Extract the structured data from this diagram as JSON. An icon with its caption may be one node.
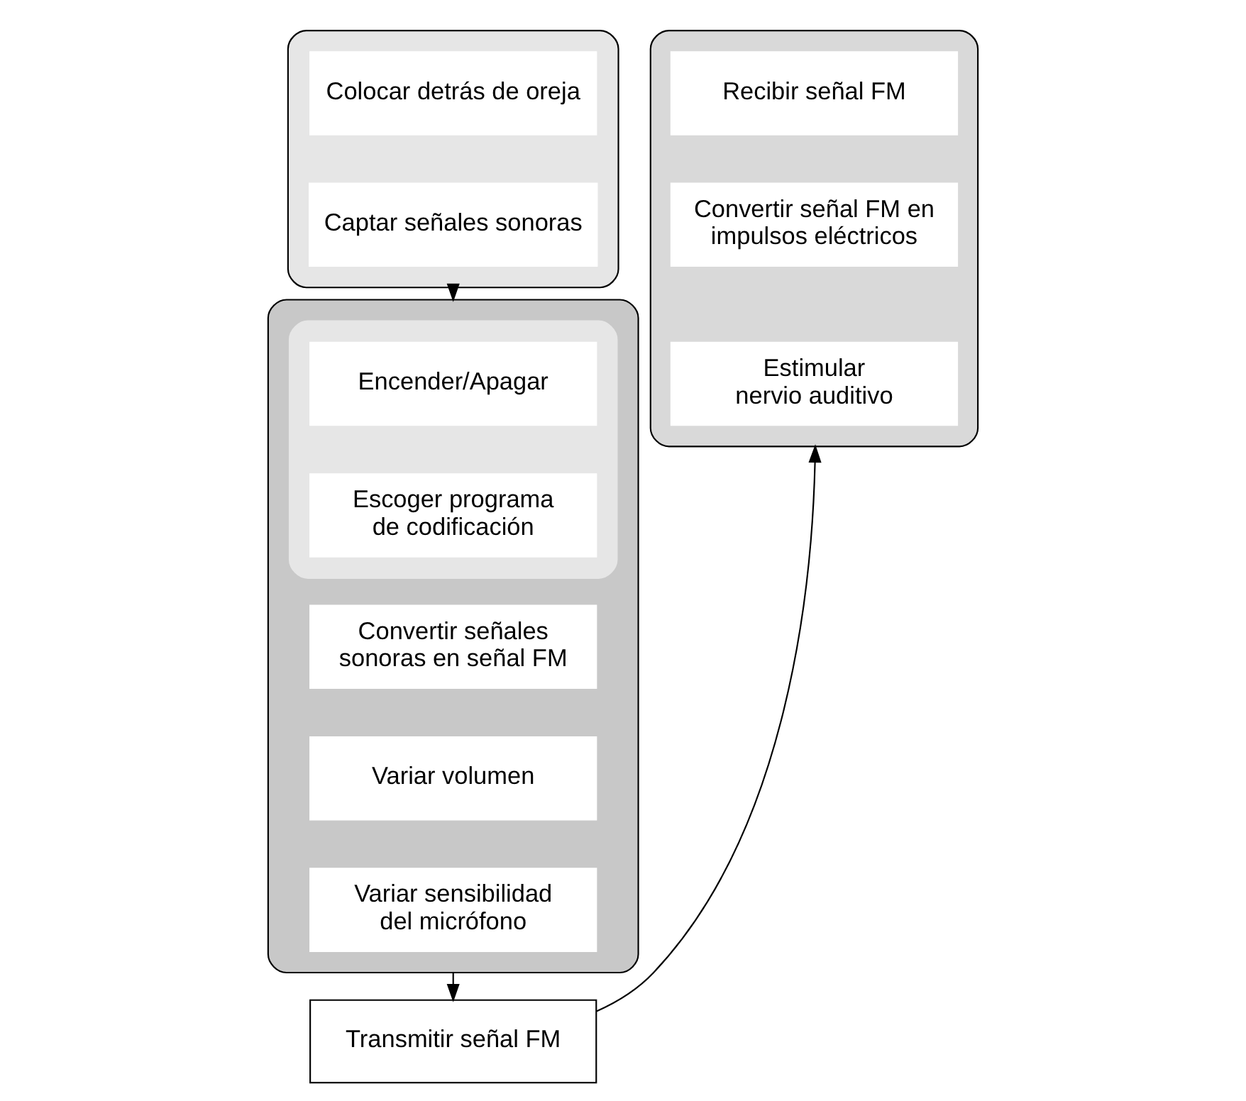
{
  "diagram": {
    "nodes": [
      {
        "text": [],
        "shape": "box"
      },
      {
        "text": [
          "Colocar detrás de oreja"
        ],
        "in": 0
      },
      {
        "text": [
          "Captar señales sonoras"
        ],
        "in": 0
      },
      {
        "text": [],
        "shape": "box"
      },
      {
        "text": [],
        "shape": "box",
        "in": 3
      },
      {
        "text": [
          "Encender/Apagar"
        ],
        "in": 4
      },
      {
        "text": [
          "Escoger programa de codificación"
        ],
        "in": 4
      },
      {
        "text": [
          "Convertir señales sonoras en señal FM"
        ],
        "in": 3
      },
      {
        "text": [
          "Variar volumen"
        ],
        "in": 3
      },
      {
        "text": [
          "Variar sensibilidad del micrófono"
        ],
        "in": 3
      },
      {
        "text": [],
        "shape": "box"
      },
      {
        "text": [
          "Recibir señal FM"
        ],
        "in": 10
      },
      {
        "text": [
          "Convertir señal FM en impulsos eléctricos"
        ],
        "in": 10
      },
      {
        "text": [
          "Estimular nervio auditivo"
        ],
        "in": 10
      },
      {
        "text": [
          "Transmitir señal FM"
        ]
      }
    ],
    "edges": [
      {
        "from": 0,
        "to": 3,
        "arrow": "to"
      },
      {
        "from": 3,
        "to": 14,
        "arrow": "to"
      },
      {
        "from": 14,
        "to": 10,
        "arrow": "to"
      }
    ]
  }
}
